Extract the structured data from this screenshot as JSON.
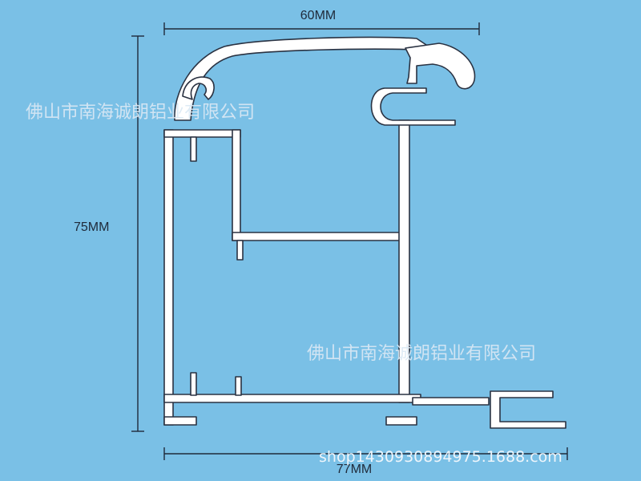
{
  "dimensions": {
    "top": "60MM",
    "left": "75MM",
    "bottom": "77MM"
  },
  "watermarks": {
    "upper": "佛山市南海诚朗铝业有限公司",
    "lower": "佛山市南海诚朗铝业有限公司",
    "shop": "shop1430930894975.1688.com"
  },
  "colors": {
    "background": "#7ac0e6",
    "profile_fill": "#ffffff",
    "outline": "#2a3242"
  }
}
